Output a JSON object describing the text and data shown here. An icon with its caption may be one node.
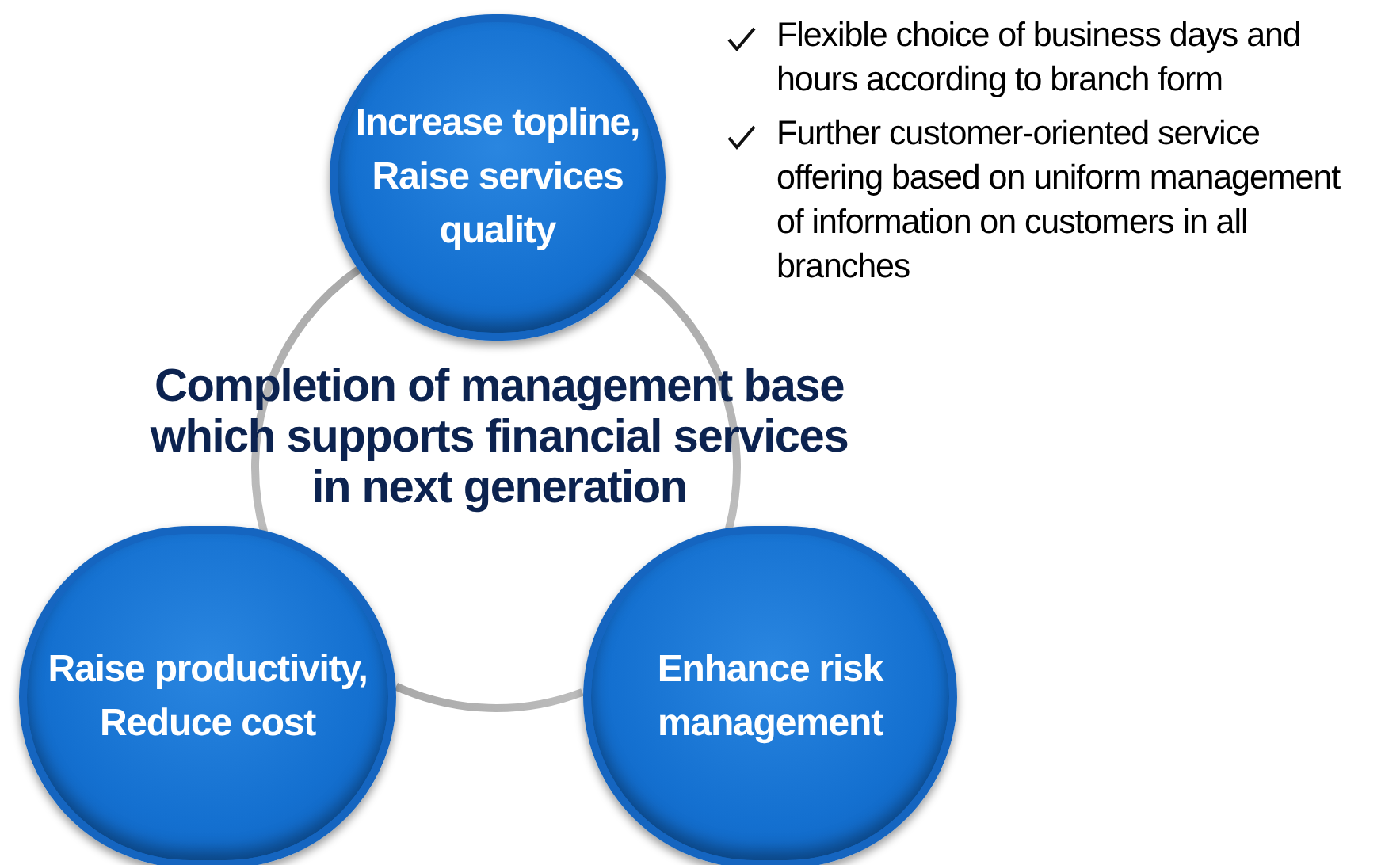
{
  "diagram": {
    "nodes": [
      {
        "text": [
          "Increase topline, Raise services quality"
        ]
      },
      {
        "text": [
          "Raise productivity, Reduce cost"
        ]
      },
      {
        "text": [
          "Enhance risk management"
        ]
      }
    ],
    "edges": [
      {
        "from": 0,
        "to": 1,
        "arrow": "none"
      },
      {
        "from": 0,
        "to": 2,
        "arrow": "none"
      },
      {
        "from": 1,
        "to": 2,
        "arrow": "none"
      }
    ],
    "labels": [
      "Flexible choice of business days and hours according to branch form",
      "Further customer-oriented service offering based on uniform management of information on customers in all branches",
      "Completion of management base which supports financial services in next generation"
    ]
  }
}
